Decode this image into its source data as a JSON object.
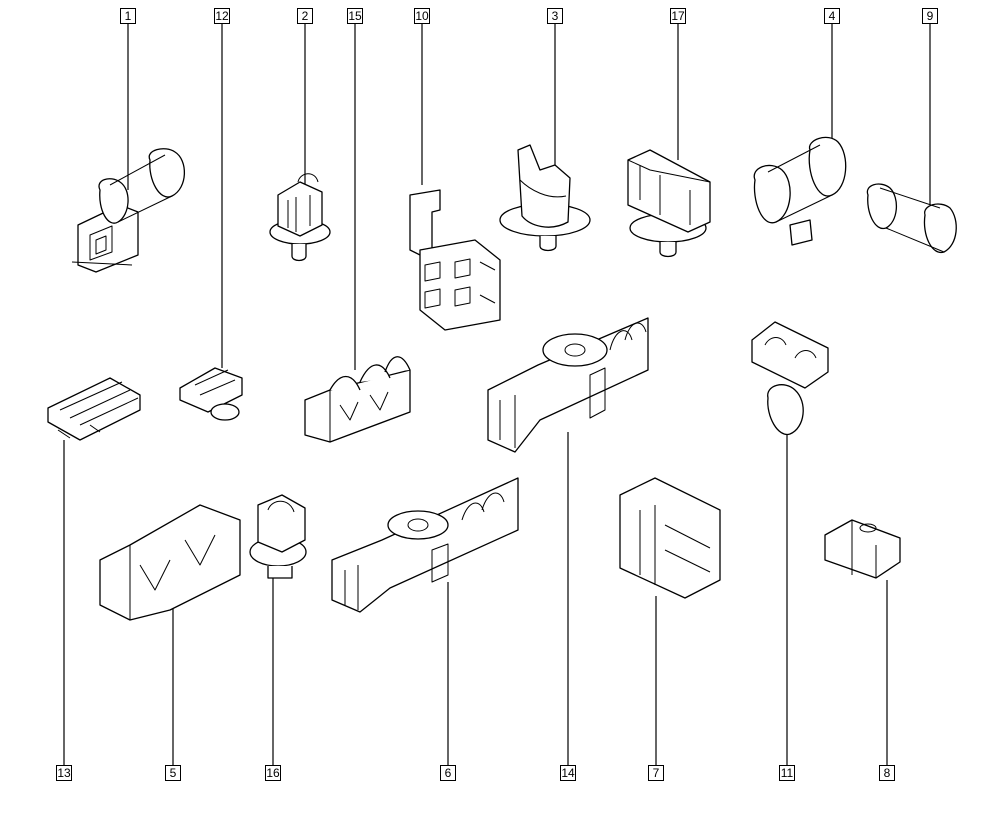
{
  "callouts": [
    {
      "id": "c1",
      "label": "1"
    },
    {
      "id": "c12",
      "label": "12"
    },
    {
      "id": "c2",
      "label": "2"
    },
    {
      "id": "c15",
      "label": "15"
    },
    {
      "id": "c10",
      "label": "10"
    },
    {
      "id": "c3",
      "label": "3"
    },
    {
      "id": "c17",
      "label": "17"
    },
    {
      "id": "c4",
      "label": "4"
    },
    {
      "id": "c9",
      "label": "9"
    },
    {
      "id": "c13",
      "label": "13"
    },
    {
      "id": "c5",
      "label": "5"
    },
    {
      "id": "c16",
      "label": "16"
    },
    {
      "id": "c6",
      "label": "6"
    },
    {
      "id": "c14",
      "label": "14"
    },
    {
      "id": "c7",
      "label": "7"
    },
    {
      "id": "c11",
      "label": "11"
    },
    {
      "id": "c8",
      "label": "8"
    }
  ]
}
